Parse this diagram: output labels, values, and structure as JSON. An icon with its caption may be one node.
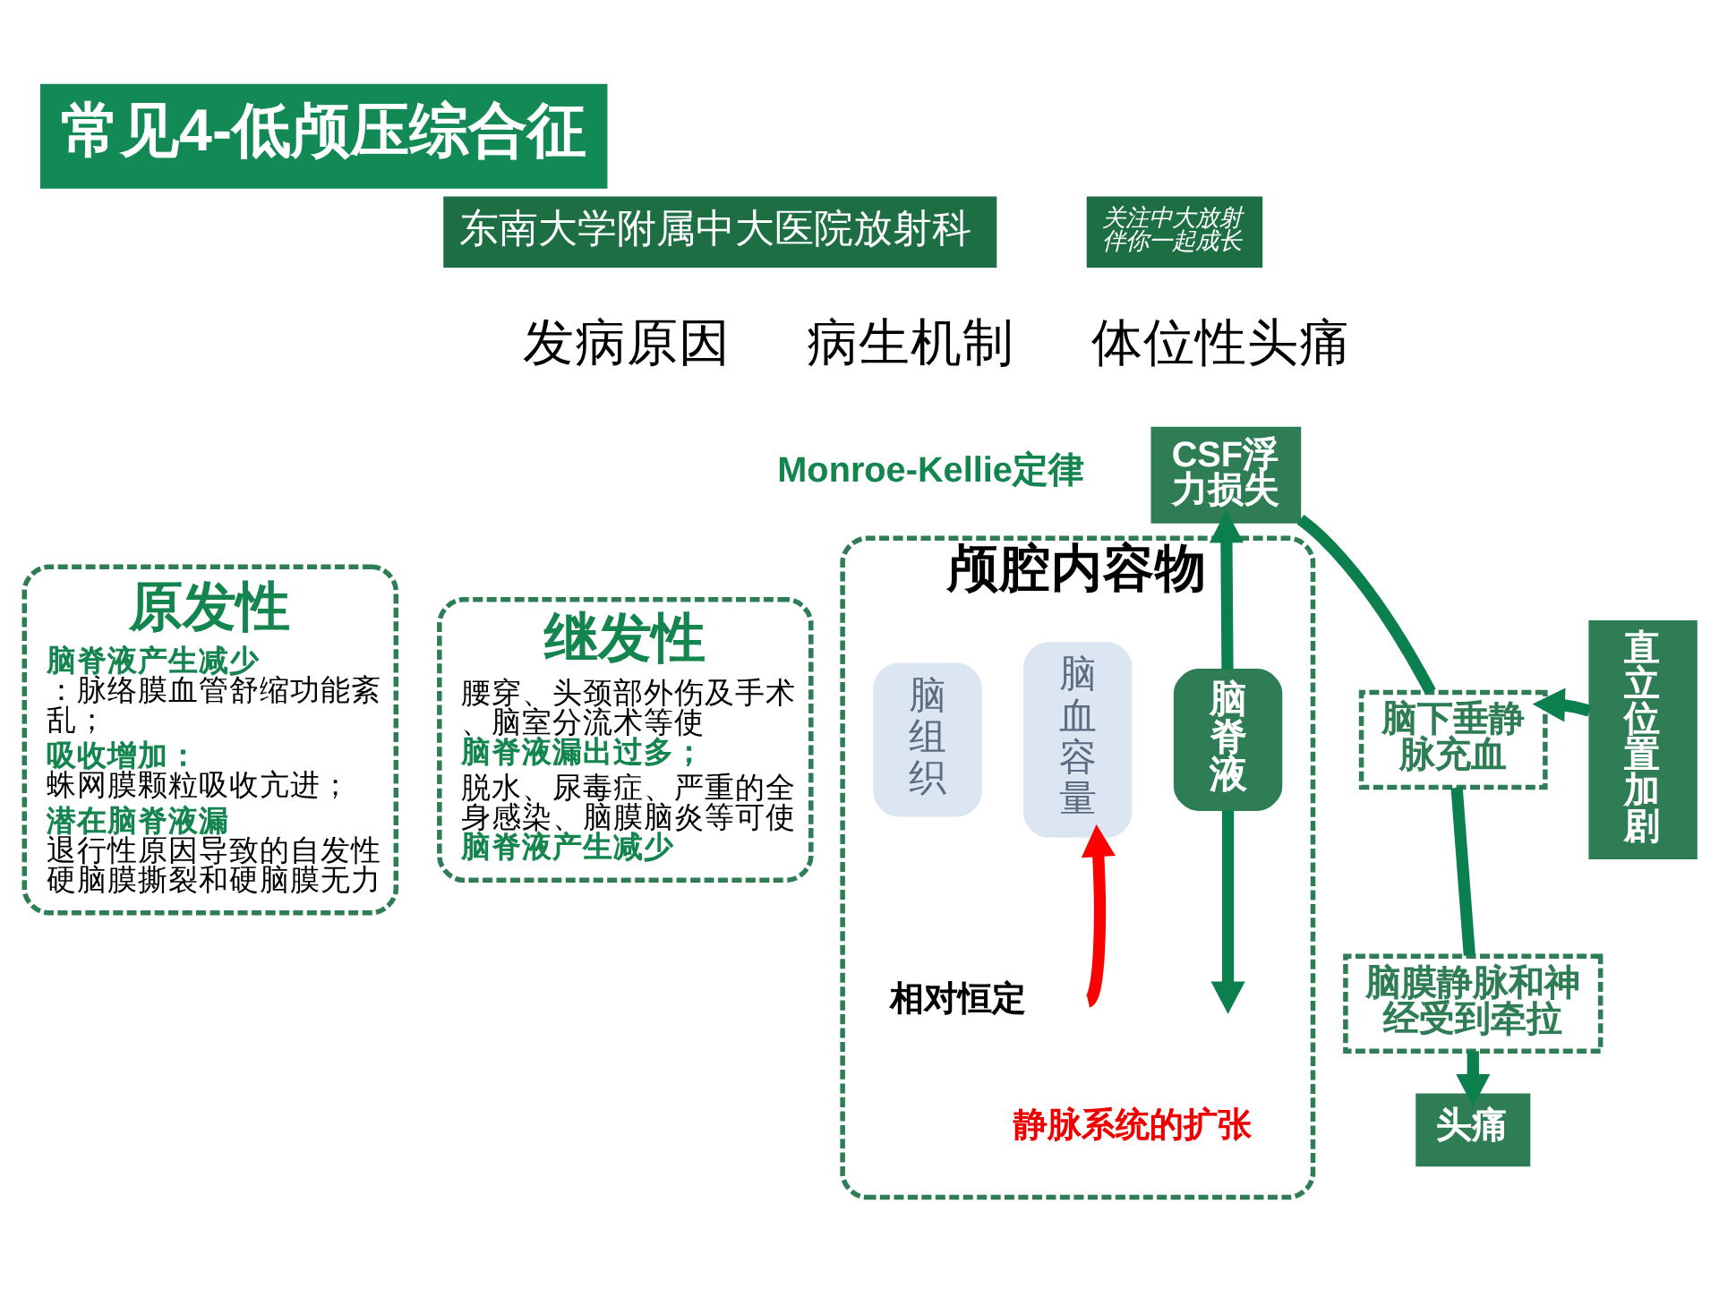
{
  "diagram": {
    "title": "常见4-低颅压综合征",
    "nodes": [
      {
        "text": [
          "原发性",
          "**脑脊液产生减少**：脉络膜血管舒缩功能紊乱；",
          "**吸收增加：**蛛网膜颗粒吸收亢进；",
          "**潜在脑脊液漏**退行性原因导致的自发性硬脑膜撕裂和硬脑膜无力"
        ]
      },
      {
        "text": [
          "继发性",
          "腰穿、头颈部外伤及手术、脑室分流术等使**脑脊液漏出过多；**",
          "脱水、尿毒症、严重的全身感染、脑膜脑炎等可使**脑脊液产生减少**"
        ]
      },
      {
        "text": [
          "颅腔内容物"
        ]
      },
      {
        "text": [
          "脑组织"
        ],
        "in": 2
      },
      {
        "text": [
          "脑血容量"
        ],
        "in": 2
      },
      {
        "text": [
          "脑脊液"
        ],
        "in": 2
      },
      {
        "text": [
          "CSF浮力损失"
        ]
      },
      {
        "text": [
          "直立位置加剧"
        ]
      },
      {
        "text": [
          "脑下垂静脉充血"
        ]
      },
      {
        "text": [
          "脑膜静脉和神经受到牵拉"
        ]
      },
      {
        "text": [
          "头痛"
        ]
      }
    ],
    "edges": [
      {
        "from": 5,
        "to": 6,
        "arrow": "to"
      },
      {
        "from": 6,
        "to": 8,
        "arrow": "none"
      },
      {
        "from": 7,
        "to": 8,
        "arrow": "to"
      },
      {
        "from": 8,
        "to": 9,
        "arrow": "none"
      },
      {
        "from": 9,
        "to": 10,
        "arrow": "to"
      },
      {
        "from": null,
        "to": 4,
        "arrow": "to",
        "color": "#ff0000"
      },
      {
        "from": 5,
        "to": null,
        "arrow": "to"
      }
    ],
    "labels": [
      "东南大学附属中大医院放射科",
      "关注中大放射伴你一起成长",
      "发病原因",
      "病生机制",
      "体位性头痛",
      "Monroe-Kellie定律",
      "相对恒定",
      "静脉系统的扩张"
    ]
  }
}
